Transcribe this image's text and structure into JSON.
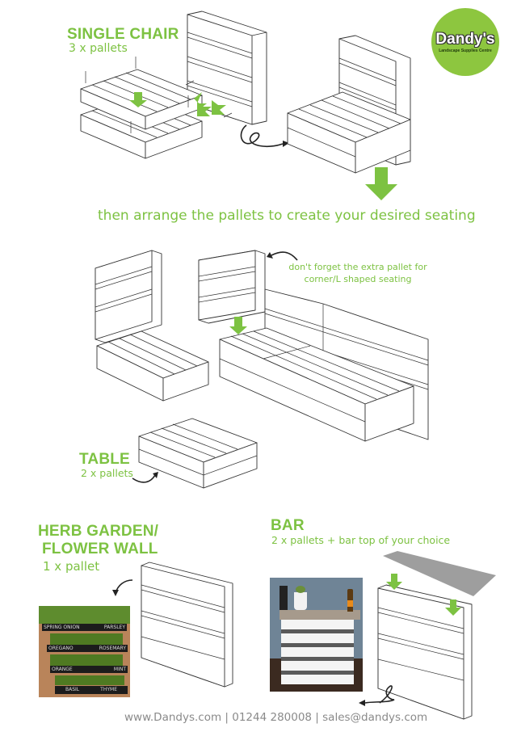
{
  "brand": {
    "logo_text": "Dandy's",
    "logo_subtext": "Landscape Supplies Centre",
    "accent_color": "#7dc242",
    "logo_color": "#8dc63f"
  },
  "sections": {
    "single_chair": {
      "title": "SINGLE CHAIR",
      "subtitle": "3 x pallets"
    },
    "arrange": {
      "headline": "then arrange the pallets to create your desired seating"
    },
    "corner_note": {
      "line1": "don't forget the extra pallet for",
      "line2": "corner/L shaped seating"
    },
    "table": {
      "title": "TABLE",
      "subtitle": "2 x pallets"
    },
    "herb_garden": {
      "title_line1": "HERB GARDEN/",
      "title_line2": "FLOWER WALL",
      "subtitle": "1 x pallet",
      "photo_labels": [
        "SPRING ONION",
        "PARSLEY",
        "OREGANO",
        "ROSEMARY",
        "ORANGE",
        "MINT",
        "BASIL",
        "THYME"
      ]
    },
    "bar": {
      "title": "BAR",
      "subtitle": "2 x pallets + bar top of your choice"
    }
  },
  "footer": {
    "text": "www.Dandys.com | 01244 280008 | sales@dandys.com"
  }
}
